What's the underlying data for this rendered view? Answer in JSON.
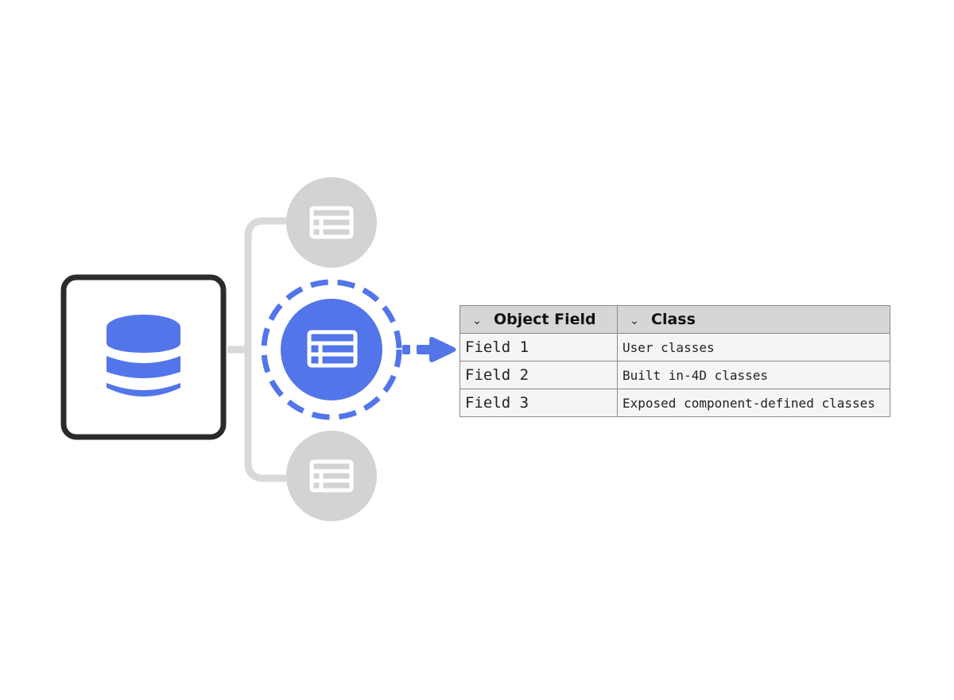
{
  "colors": {
    "accent": "#5375ea",
    "inactive": "#d3d3d3",
    "connector": "#d9d9d9",
    "frame": "#2b2b2b",
    "table_header_bg": "#d6d6d6",
    "table_cell_bg": "#f5f5f5"
  },
  "icons": {
    "source": "database-icon",
    "nodes": "table-list-icon",
    "connector": "arrow-right-icon"
  },
  "table": {
    "chevron": "⌄",
    "headers": [
      "Object Field",
      "Class"
    ],
    "rows": [
      {
        "field": "Field 1",
        "class": "User classes"
      },
      {
        "field": "Field 2",
        "class": "Built in-4D classes"
      },
      {
        "field": "Field 3",
        "class": "Exposed component-defined classes"
      }
    ]
  }
}
